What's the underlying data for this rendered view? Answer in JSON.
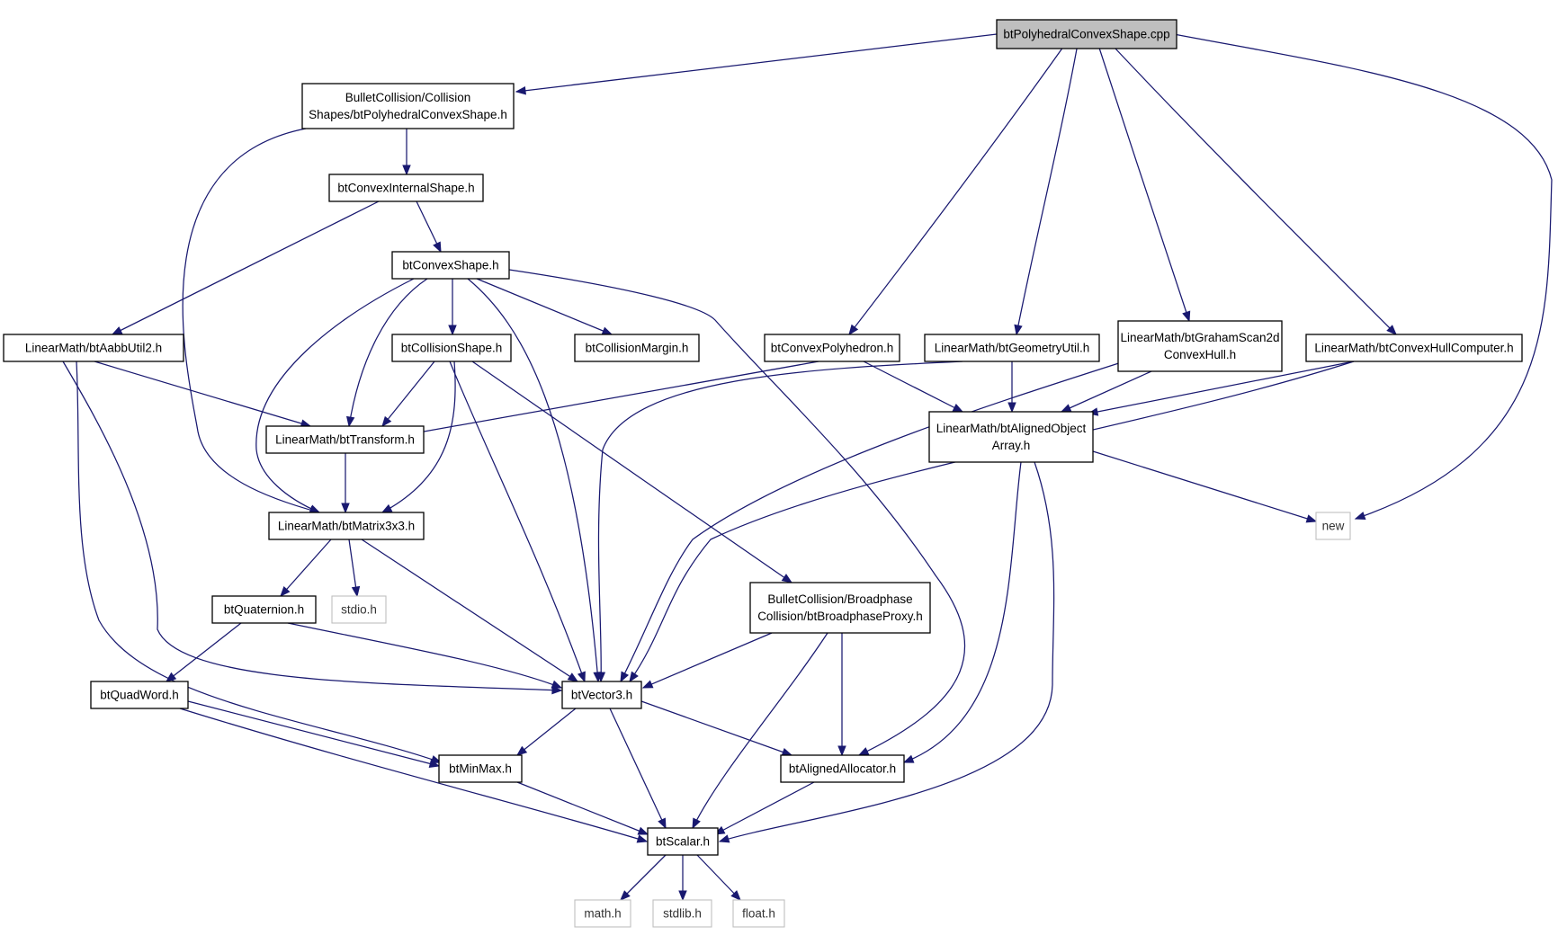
{
  "graph": {
    "nodes": [
      {
        "id": "root",
        "lines": [
          "btPolyhedralConvexShape.cpp"
        ],
        "kind": "root"
      },
      {
        "id": "polyshape_h",
        "lines": [
          "BulletCollision/Collision",
          "Shapes/btPolyhedralConvexShape.h"
        ],
        "kind": "file"
      },
      {
        "id": "convexinternal",
        "lines": [
          "btConvexInternalShape.h"
        ],
        "kind": "file"
      },
      {
        "id": "convexshape",
        "lines": [
          "btConvexShape.h"
        ],
        "kind": "file"
      },
      {
        "id": "aabbutil",
        "lines": [
          "LinearMath/btAabbUtil2.h"
        ],
        "kind": "file"
      },
      {
        "id": "collisionshape",
        "lines": [
          "btCollisionShape.h"
        ],
        "kind": "file"
      },
      {
        "id": "collisionmargin",
        "lines": [
          "btCollisionMargin.h"
        ],
        "kind": "file"
      },
      {
        "id": "convexpoly",
        "lines": [
          "btConvexPolyhedron.h"
        ],
        "kind": "file"
      },
      {
        "id": "geomutil",
        "lines": [
          "LinearMath/btGeometryUtil.h"
        ],
        "kind": "file"
      },
      {
        "id": "graham",
        "lines": [
          "LinearMath/btGrahamScan2d",
          "ConvexHull.h"
        ],
        "kind": "file"
      },
      {
        "id": "hullcomp",
        "lines": [
          "LinearMath/btConvexHullComputer.h"
        ],
        "kind": "file"
      },
      {
        "id": "transform",
        "lines": [
          "LinearMath/btTransform.h"
        ],
        "kind": "file"
      },
      {
        "id": "alignedarray",
        "lines": [
          "LinearMath/btAlignedObject",
          "Array.h"
        ],
        "kind": "file"
      },
      {
        "id": "matrix",
        "lines": [
          "LinearMath/btMatrix3x3.h"
        ],
        "kind": "file"
      },
      {
        "id": "new",
        "lines": [
          "new"
        ],
        "kind": "sys"
      },
      {
        "id": "quaternion",
        "lines": [
          "btQuaternion.h"
        ],
        "kind": "file"
      },
      {
        "id": "stdio",
        "lines": [
          "stdio.h"
        ],
        "kind": "sys"
      },
      {
        "id": "broadphase",
        "lines": [
          "BulletCollision/Broadphase",
          "Collision/btBroadphaseProxy.h"
        ],
        "kind": "file"
      },
      {
        "id": "quadword",
        "lines": [
          "btQuadWord.h"
        ],
        "kind": "file"
      },
      {
        "id": "vector3",
        "lines": [
          "btVector3.h"
        ],
        "kind": "file"
      },
      {
        "id": "minmax",
        "lines": [
          "btMinMax.h"
        ],
        "kind": "file"
      },
      {
        "id": "allocator",
        "lines": [
          "btAlignedAllocator.h"
        ],
        "kind": "file"
      },
      {
        "id": "scalar",
        "lines": [
          "btScalar.h"
        ],
        "kind": "file"
      },
      {
        "id": "math",
        "lines": [
          "math.h"
        ],
        "kind": "sys"
      },
      {
        "id": "stdlib",
        "lines": [
          "stdlib.h"
        ],
        "kind": "sys"
      },
      {
        "id": "float",
        "lines": [
          "float.h"
        ],
        "kind": "sys"
      }
    ],
    "edges": [
      {
        "from": "root",
        "to": "polyshape_h"
      },
      {
        "from": "root",
        "to": "convexpoly"
      },
      {
        "from": "root",
        "to": "geomutil"
      },
      {
        "from": "root",
        "to": "graham"
      },
      {
        "from": "root",
        "to": "hullcomp"
      },
      {
        "from": "root",
        "to": "new"
      },
      {
        "from": "polyshape_h",
        "to": "convexinternal"
      },
      {
        "from": "polyshape_h",
        "to": "matrix"
      },
      {
        "from": "convexinternal",
        "to": "convexshape"
      },
      {
        "from": "convexinternal",
        "to": "aabbutil"
      },
      {
        "from": "convexshape",
        "to": "collisionshape"
      },
      {
        "from": "convexshape",
        "to": "collisionmargin"
      },
      {
        "from": "convexshape",
        "to": "transform"
      },
      {
        "from": "convexshape",
        "to": "matrix"
      },
      {
        "from": "convexshape",
        "to": "vector3"
      },
      {
        "from": "convexshape",
        "to": "allocator"
      },
      {
        "from": "aabbutil",
        "to": "transform"
      },
      {
        "from": "aabbutil",
        "to": "vector3"
      },
      {
        "from": "aabbutil",
        "to": "minmax"
      },
      {
        "from": "collisionshape",
        "to": "transform"
      },
      {
        "from": "collisionshape",
        "to": "matrix"
      },
      {
        "from": "collisionshape",
        "to": "vector3"
      },
      {
        "from": "collisionshape",
        "to": "broadphase"
      },
      {
        "from": "convexpoly",
        "to": "transform"
      },
      {
        "from": "convexpoly",
        "to": "alignedarray"
      },
      {
        "from": "geomutil",
        "to": "alignedarray"
      },
      {
        "from": "geomutil",
        "to": "vector3"
      },
      {
        "from": "graham",
        "to": "alignedarray"
      },
      {
        "from": "graham",
        "to": "vector3"
      },
      {
        "from": "hullcomp",
        "to": "alignedarray"
      },
      {
        "from": "hullcomp",
        "to": "vector3"
      },
      {
        "from": "transform",
        "to": "matrix"
      },
      {
        "from": "alignedarray",
        "to": "new"
      },
      {
        "from": "alignedarray",
        "to": "allocator"
      },
      {
        "from": "alignedarray",
        "to": "scalar"
      },
      {
        "from": "matrix",
        "to": "quaternion"
      },
      {
        "from": "matrix",
        "to": "stdio"
      },
      {
        "from": "matrix",
        "to": "vector3"
      },
      {
        "from": "quaternion",
        "to": "quadword"
      },
      {
        "from": "quaternion",
        "to": "vector3"
      },
      {
        "from": "broadphase",
        "to": "vector3"
      },
      {
        "from": "broadphase",
        "to": "allocator"
      },
      {
        "from": "broadphase",
        "to": "scalar"
      },
      {
        "from": "quadword",
        "to": "minmax"
      },
      {
        "from": "quadword",
        "to": "scalar"
      },
      {
        "from": "vector3",
        "to": "minmax"
      },
      {
        "from": "vector3",
        "to": "allocator"
      },
      {
        "from": "vector3",
        "to": "scalar"
      },
      {
        "from": "minmax",
        "to": "scalar"
      },
      {
        "from": "allocator",
        "to": "scalar"
      },
      {
        "from": "scalar",
        "to": "math"
      },
      {
        "from": "scalar",
        "to": "stdlib"
      },
      {
        "from": "scalar",
        "to": "float"
      }
    ]
  }
}
